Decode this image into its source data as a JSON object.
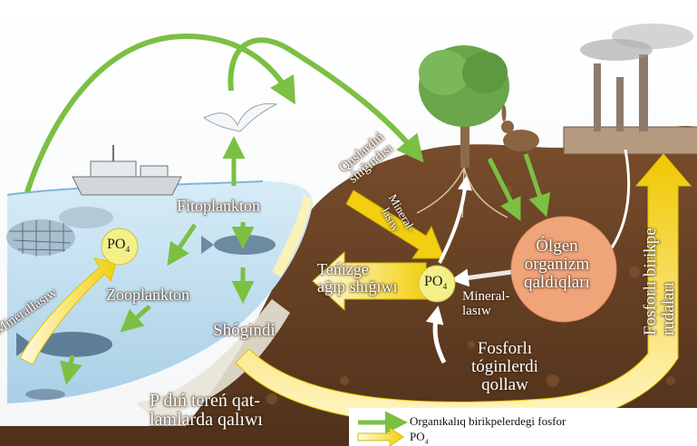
{
  "labels": {
    "fitoplankton": "Fitoplankton",
    "zooplankton": "Zooplankton",
    "po4_water": "PO",
    "po4_soil": "PO",
    "po4_sub": "4",
    "minerallasiw_water": "Minerallasıw",
    "shogindi": "Shógindi",
    "deep_line1": "P dıń tereń qat-",
    "deep_line2": "lamlarda qalıwı",
    "sea_line1": "Teńizge",
    "sea_line2": "ağıp shığıwı",
    "droppings_line1": "Quslardıń",
    "droppings_line2": "shığındısı",
    "mineral_top1": "Mineral-",
    "mineral_top2": "lasıw",
    "mineral_mid1": "Mineral-",
    "mineral_mid2": "lasıw",
    "dead_line1": "Ólgen",
    "dead_line2": "organizm",
    "dead_line3": "qaldıqları",
    "fert_line1": "Fosforlı",
    "fert_line2": "tóginlerdi",
    "fert_line3": "qollaw",
    "ore_line1": "Fosforlı birikpe",
    "ore_line2": "rudaları"
  },
  "legend": {
    "organic": "Organıkalıq birikpelerdegi fosfor",
    "po4": "PO",
    "po4_sub": "4"
  },
  "colors": {
    "water": "#bfe0f2",
    "soil": "#6b4326",
    "green_arrow": "#7bc043",
    "yellow_arrow": "#f2d21b",
    "dead_circle": "#f0a47a",
    "po4_circle": "#f3f08a"
  }
}
